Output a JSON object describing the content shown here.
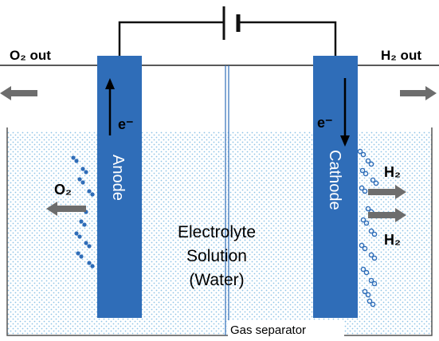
{
  "labels": {
    "o2_out": "O₂ out",
    "h2_out": "H₂ out",
    "anode": "Anode",
    "cathode": "Cathode",
    "electron_anode": "e⁻",
    "electron_cathode": "e⁻",
    "o2_bubble_label": "O₂",
    "h2_label_1": "H₂",
    "h2_label_2": "H₂",
    "electrolyte_line1": "Electrolyte",
    "electrolyte_line2": "Solution",
    "electrolyte_line3": "(Water)",
    "gas_separator": "Gas separator"
  },
  "colors": {
    "electrode": "#2f6db8",
    "water_dots": "#8fc3e6",
    "arrow_gray": "#6d6d6d",
    "separator": "#2f6db8"
  },
  "icons": {
    "battery": "battery-symbol-icon",
    "o2_bubbles": "oxygen-bubble-icon",
    "h2_bubbles": "hydrogen-bubble-icon"
  }
}
